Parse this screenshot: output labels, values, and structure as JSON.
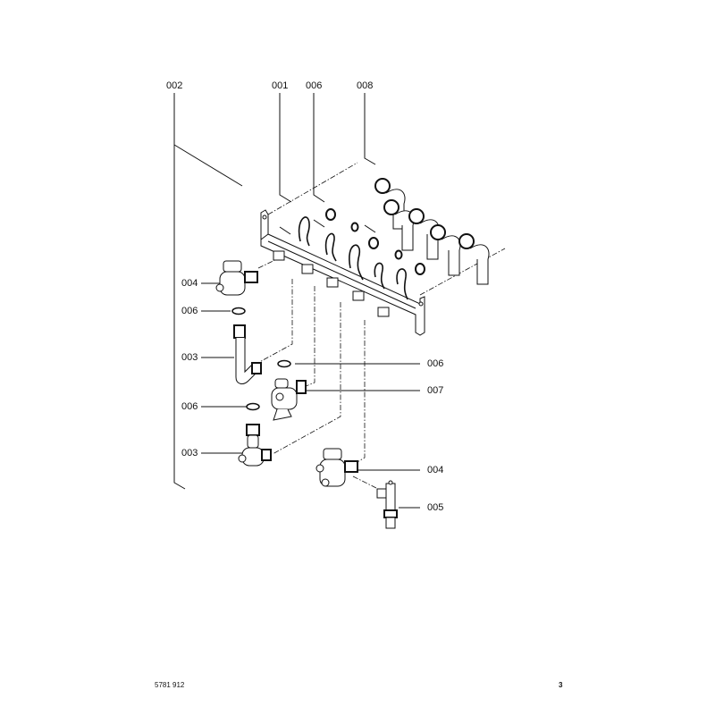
{
  "diagram": {
    "callouts_top": [
      "002",
      "001",
      "006",
      "008"
    ],
    "callouts_left": [
      "004",
      "006",
      "003",
      "006",
      "003"
    ],
    "callouts_right": [
      "006",
      "007",
      "004",
      "005"
    ]
  },
  "footer": {
    "document_number": "5781 912",
    "page_number": "3"
  },
  "colors": {
    "line": "#111111",
    "background": "#ffffff"
  }
}
